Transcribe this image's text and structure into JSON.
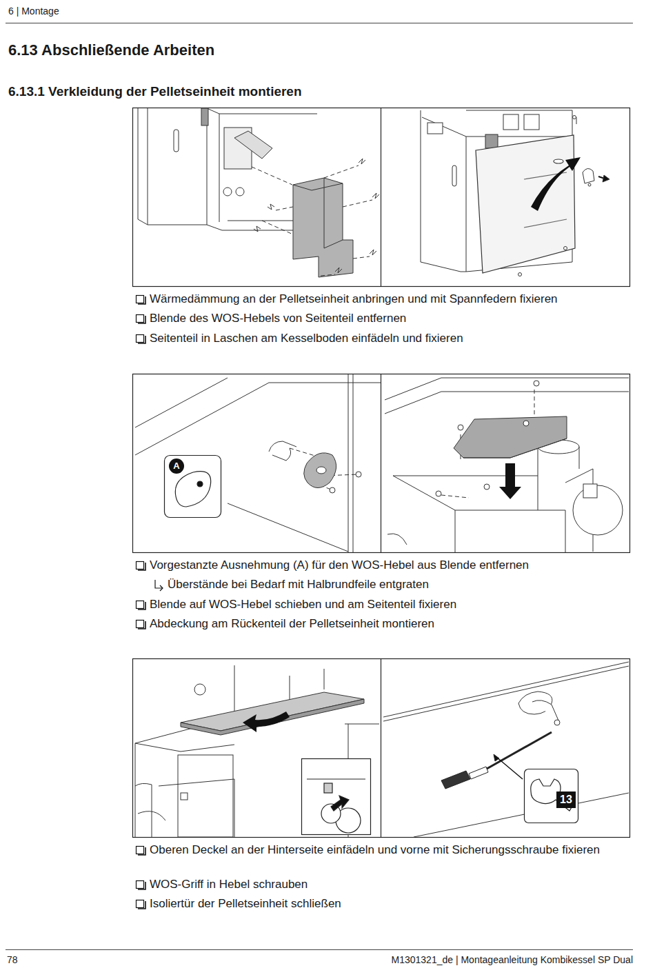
{
  "diagram": {
    "title": "6.13 Abschließende Arbeiten",
    "labels": [
      "6 | Montage",
      "6.13.1 Verkleidung der Pelletseinheit montieren",
      "Wärmedämmung an der Pelletseinheit anbringen und mit Spannfedern fixieren",
      "Blende des WOS-Hebels von Seitenteil entfernen",
      "Seitenteil in Laschen am Kesselboden einfädeln und fixieren",
      "A",
      "Vorgestanzte Ausnehmung (A) für den WOS-Hebel aus Blende entfernen",
      "Überstände bei Bedarf mit Halbrundfeile entgraten",
      "Blende auf WOS-Hebel schieben und am Seitenteil fixieren",
      "Abdeckung am Rückenteil der Pelletseinheit montieren",
      "13",
      "Oberen Deckel an der Hinterseite einfädeln und vorne mit Sicherungsschraube fixieren",
      "WOS-Griff in Hebel schrauben",
      "Isoliertür der Pelletseinheit schließen",
      "78",
      "M1301321_de | Montageanleitung Kombikessel SP Dual"
    ]
  }
}
